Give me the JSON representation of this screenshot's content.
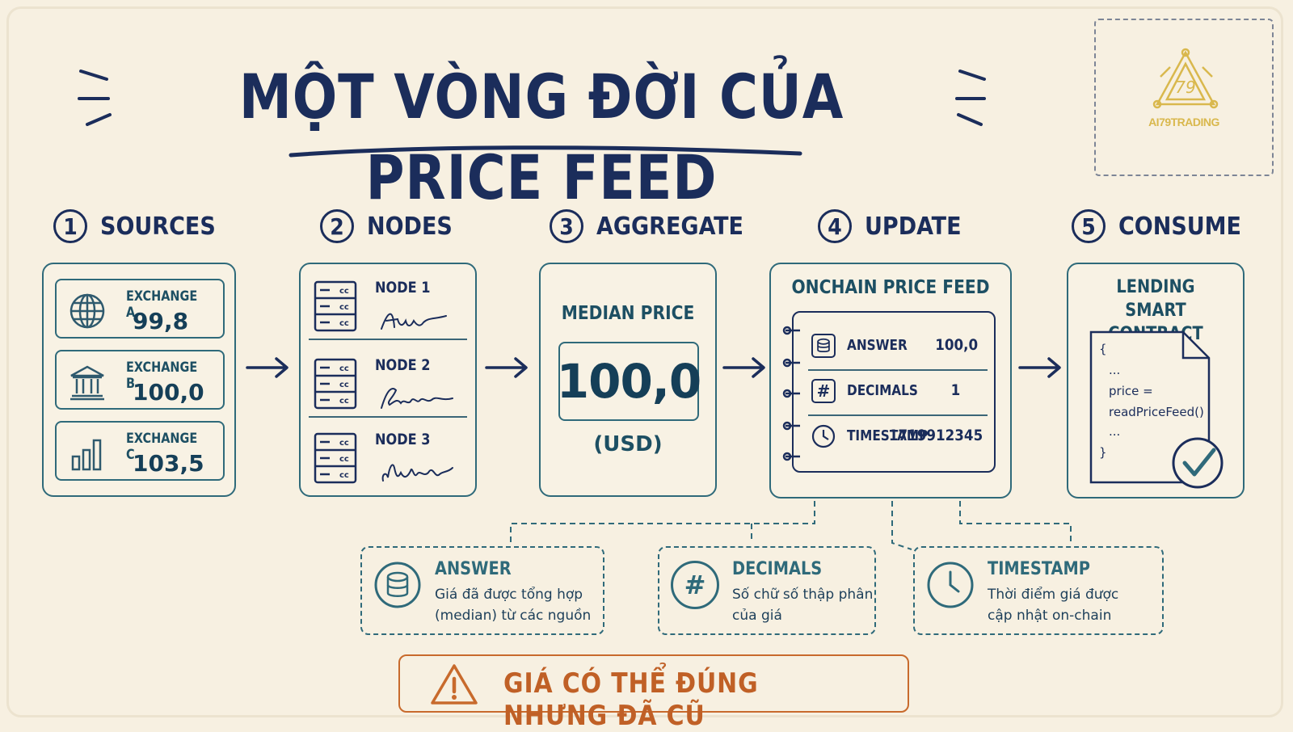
{
  "title": "MỘT VÒNG ĐỜI CỦA PRICE FEED",
  "logo": {
    "text": "AI79TRADING",
    "number": "79"
  },
  "steps": [
    {
      "num": "1",
      "label": "SOURCES"
    },
    {
      "num": "2",
      "label": "NODES"
    },
    {
      "num": "3",
      "label": "AGGREGATE"
    },
    {
      "num": "4",
      "label": "UPDATE"
    },
    {
      "num": "5",
      "label": "CONSUME"
    }
  ],
  "sources": [
    {
      "name": "EXCHANGE A",
      "value": "99,8",
      "icon": "globe-icon"
    },
    {
      "name": "EXCHANGE B",
      "value": "100,0",
      "icon": "bank-icon"
    },
    {
      "name": "EXCHANGE C",
      "value": "103,5",
      "icon": "bar-chart-icon"
    }
  ],
  "nodes": [
    {
      "name": "NODE 1",
      "icon": "server-icon"
    },
    {
      "name": "NODE 2",
      "icon": "server-icon"
    },
    {
      "name": "NODE 3",
      "icon": "server-icon"
    }
  ],
  "aggregate": {
    "title": "MEDIAN PRICE",
    "value": "100,0",
    "unit": "(USD)"
  },
  "update": {
    "title": "ONCHAIN PRICE FEED",
    "rows": [
      {
        "key": "ANSWER",
        "value": "100,0",
        "icon": "database-icon"
      },
      {
        "key": "DECIMALS",
        "value": "1",
        "icon": "hash-icon"
      },
      {
        "key": "TIMESTAMP",
        "value": "1719912345",
        "icon": "clock-icon"
      }
    ]
  },
  "consume": {
    "title_line1": "LENDING",
    "title_line2": "SMART CONTRACT",
    "code": [
      "{",
      "...",
      "price =",
      "readPriceFeed()",
      "...",
      "}"
    ]
  },
  "info": [
    {
      "title": "ANSWER",
      "line1": "Giá đã được tổng hợp",
      "line2": "(median) từ các nguồn",
      "icon": "database-icon"
    },
    {
      "title": "DECIMALS",
      "line1": "Số chữ số thập phân",
      "line2": "của giá",
      "icon": "hash-icon"
    },
    {
      "title": "TIMESTAMP",
      "line1": "Thời điểm giá được",
      "line2": "cập nhật on-chain",
      "icon": "clock-icon"
    }
  ],
  "warning": {
    "text": "GIÁ CÓ THỂ ĐÚNG NHƯNG ĐÃ CŨ",
    "icon": "warning-icon"
  },
  "colors": {
    "navy": "#1b2d5b",
    "teal": "#2f6a7a",
    "orange": "#c86a2c",
    "background": "#f7f0e1",
    "gold": "#d9b84d"
  }
}
